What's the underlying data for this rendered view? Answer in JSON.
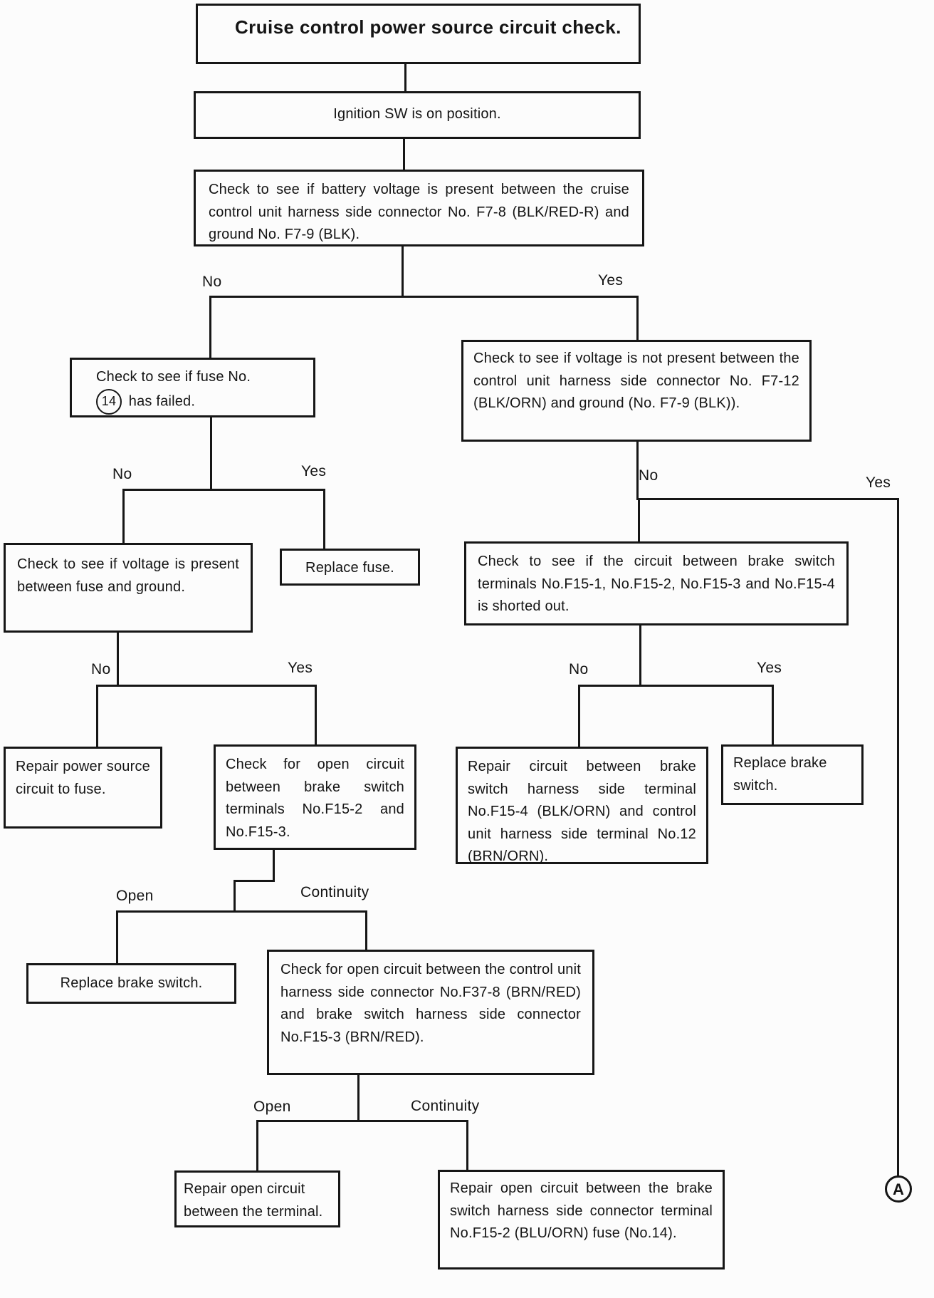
{
  "diagram": {
    "title": "Cruise control power source circuit check.",
    "colors": {
      "ink": "#161616",
      "paper": "#fcfcfc"
    },
    "nodes": {
      "title": "Cruise control power source circuit check.",
      "ignition": "Ignition SW is on position.",
      "battery_check": "Check to see if battery voltage is present between the cruise control unit harness side connector No. F7-8 (BLK/RED-R) and ground No. F7-9 (BLK).",
      "fuse_check_pre": "Check to see if fuse No.",
      "fuse_check_circled": "14",
      "fuse_check_post": "has failed.",
      "voltage_not_present": "Check to see if voltage is not present between the control unit harness side connector No. F7-12 (BLK/ORN) and ground (No. F7-9 (BLK)).",
      "voltage_fuse_ground": "Check to see if voltage is present between fuse and ground.",
      "replace_fuse": "Replace fuse.",
      "brake_switch_short": "Check to see if the circuit between brake switch terminals No.F15-1, No.F15-2, No.F15-3 and No.F15-4 is shorted out.",
      "repair_power_source": "Repair power source circuit to fuse.",
      "open_circuit_f15": "Check for open circuit between brake switch terminals No.F15-2 and No.F15-3.",
      "repair_circuit_f15_4": "Repair circuit between brake switch harness side terminal No.F15-4 (BLK/ORN) and control unit harness side terminal No.12 (BRN/ORN).",
      "replace_brake_switch_right": "Replace brake switch.",
      "replace_brake_switch_left": "Replace brake switch.",
      "open_circuit_f37_8": "Check for open circuit between the control unit harness side connector No.F37-8 (BRN/RED) and brake switch harness side connector No.F15-3 (BRN/RED).",
      "repair_open_terminal": "Repair open circuit between the terminal.",
      "repair_open_f15_2": "Repair open circuit between the brake switch harness side connector terminal No.F15-2 (BLU/ORN) fuse (No.14)."
    },
    "branch_labels": {
      "b1_no": "No",
      "b1_yes": "Yes",
      "b2_no": "No",
      "b2_yes": "Yes",
      "b3_no": "No",
      "b3_yes": "Yes",
      "b4_no": "No",
      "b4_yes": "Yes",
      "b5_no": "No",
      "b5_yes": "Yes",
      "b6_open": "Open",
      "b6_continuity": "Continuity",
      "b7_open": "Open",
      "b7_continuity": "Continuity"
    },
    "connector_a": "A"
  }
}
